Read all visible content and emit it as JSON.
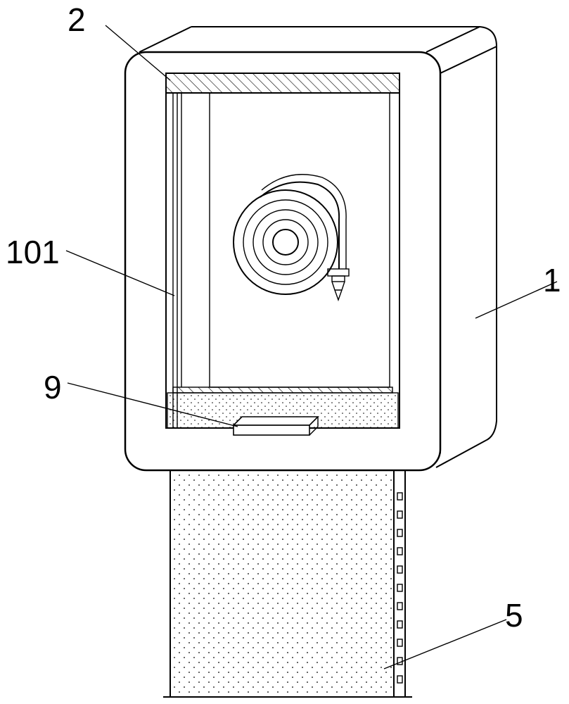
{
  "callouts": {
    "housing": "1",
    "top_strip": "2",
    "side_panel": "101",
    "handle": "9",
    "post": "5"
  }
}
